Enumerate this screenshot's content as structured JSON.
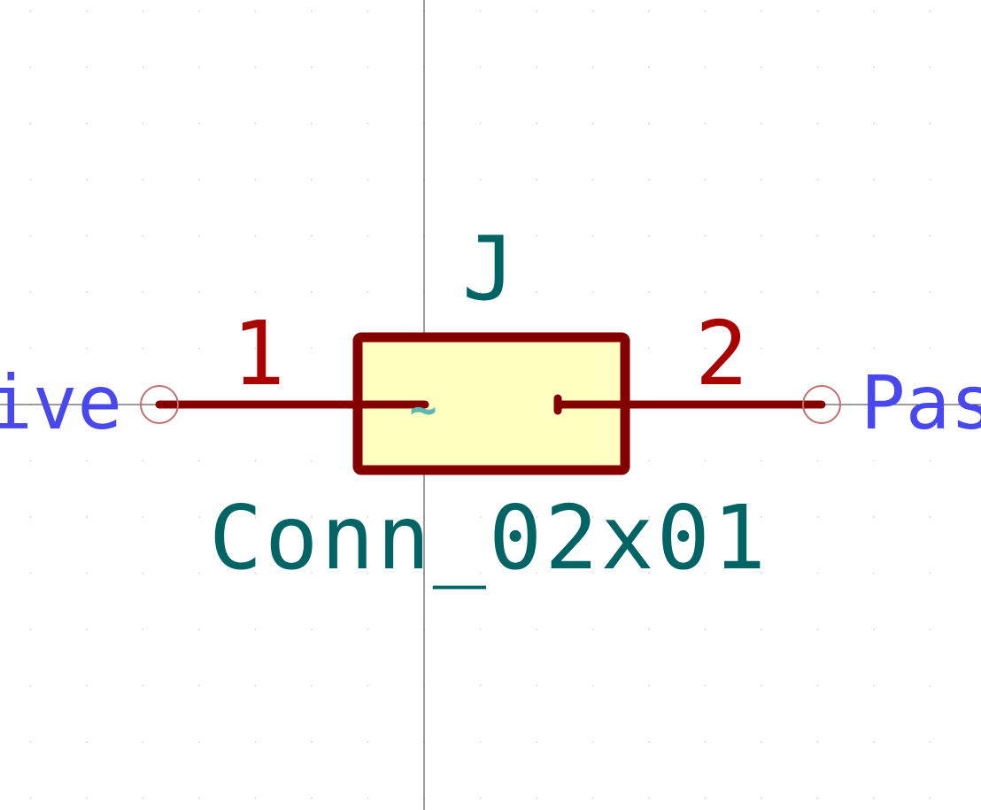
{
  "symbol": {
    "reference": "J",
    "value": "Conn_02x01",
    "body_glyph": "~"
  },
  "pins": [
    {
      "number": "1",
      "electrical_type": "Passive",
      "side": "left"
    },
    {
      "number": "2",
      "electrical_type": "Passive",
      "side": "right"
    }
  ],
  "colors": {
    "background": "#ffffff",
    "grid_dot": "#d8d8d8",
    "axis": "#3a3a3a",
    "body_fill": "#ffffc2",
    "body_outline": "#840000",
    "pin_line": "#840000",
    "pin_number": "#a90000",
    "pin_endpoint": "#c07070",
    "reference_text": "#006464",
    "value_text": "#006464",
    "pin_type_text": "#4848ee",
    "body_glyph": "#5cb8b0"
  }
}
